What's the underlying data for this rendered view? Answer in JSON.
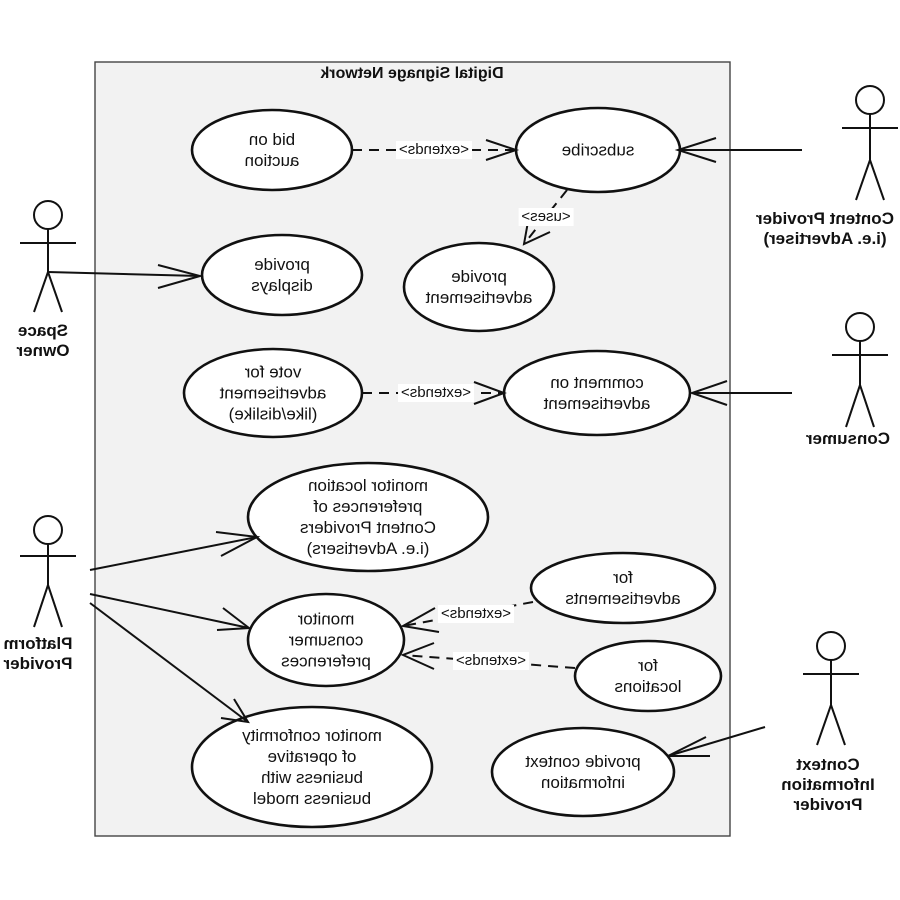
{
  "system": {
    "title": "Digital Signage Network"
  },
  "actors": {
    "space_owner": "Space\nOwner",
    "platform_provider": "Platform\nProvider",
    "content_provider": "Content Provider\n(i.e. Advertiser)",
    "consumer": "Consumer",
    "context_information_provider": "Context\nInformation\nProvider"
  },
  "use_cases": {
    "bid_on_auction": "bid on\nauction",
    "subscribe": "subscribe",
    "provide_displays": "provide\ndisplays",
    "provide_advertisement": "provide\nadvertisement",
    "vote_for_advertisement": "vote for\nadvertisement\n(like/dislike)",
    "comment_on_advertisement": "comment on\nadvertisement",
    "monitor_location_preferences": "monitor location\npreferences of\nContent Providers\n(i.e. Advertisers)",
    "for_advertisements": "for\nadvertisements",
    "monitor_consumer_preferences": "monitor\nconsumer\npreferences",
    "for_locations": "for\nlocations",
    "provide_context_information": "provide context\ninformation",
    "monitor_conformity": "monitor conformity\nof operative\nbusiness with\nbusiness model"
  },
  "relations": {
    "extends_bid": "<extends>",
    "uses_subscribe": "<uses>",
    "extends_vote": "<extends>",
    "extends_for_advertisements": "<extends>",
    "extends_for_locations": "<extends>"
  }
}
